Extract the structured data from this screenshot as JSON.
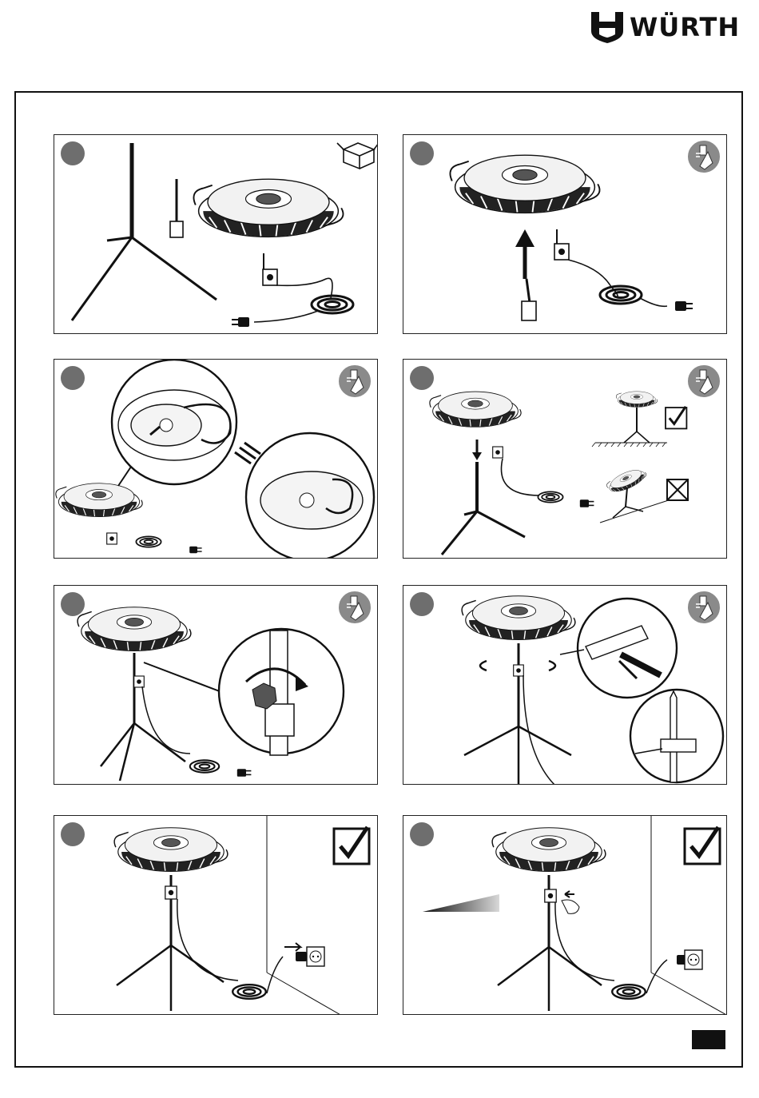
{
  "header": {
    "brand": "WÜRTH"
  },
  "steps": [
    {
      "id": 1,
      "has_info_icon": false,
      "has_box_icon": true
    },
    {
      "id": 2,
      "has_info_icon": true
    },
    {
      "id": 3,
      "has_info_icon": true
    },
    {
      "id": 4,
      "has_info_icon": true
    },
    {
      "id": 5,
      "has_info_icon": true
    },
    {
      "id": 6,
      "has_info_icon": true
    },
    {
      "id": 7,
      "has_info_icon": false
    },
    {
      "id": 8,
      "has_info_icon": false
    }
  ],
  "icons": {
    "brand_mark": "wurth-logo-icon",
    "step_marker": "step-number-circle",
    "info": "read-manual-icon",
    "box": "package-box-icon",
    "correct": "checkbox-ok-icon",
    "wrong": "checkbox-wrong-icon"
  },
  "colors": {
    "step_circle": "#6e6e6e",
    "info_badge": "#8a8a8a",
    "ink": "#111111"
  }
}
